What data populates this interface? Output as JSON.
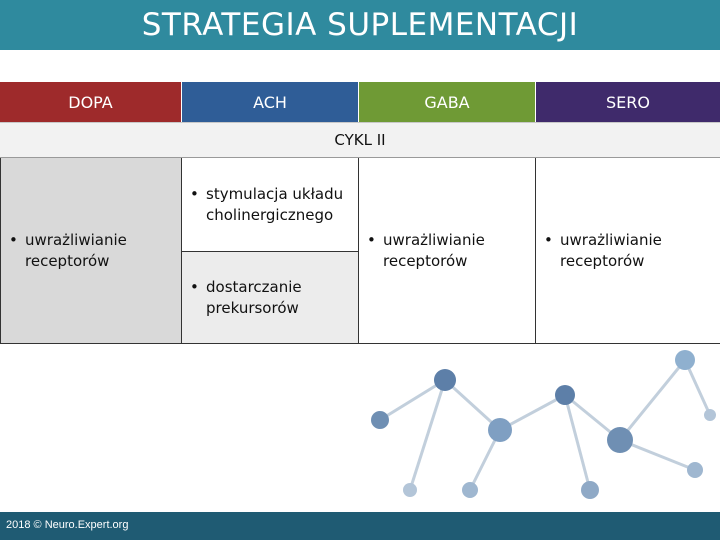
{
  "title": "STRATEGIA SUPLEMENTACJI",
  "columns": [
    {
      "label": "DOPA",
      "color": "#9e2a2b"
    },
    {
      "label": "ACH",
      "color": "#2f5d97"
    },
    {
      "label": "GABA",
      "color": "#6f9a35"
    },
    {
      "label": "SERO",
      "color": "#3f2a6b"
    }
  ],
  "cycle_label": "CYKL II",
  "cells": {
    "dopa": "uwrażliwianie receptorów",
    "ach_top": "stymulacja układu cholinergicznego",
    "ach_bottom": "dostarczanie prekursorów",
    "gaba": "uwrażliwianie receptorów",
    "sero": "uwrażliwianie receptorów"
  },
  "footer": "2018 © Neuro.Expert.org",
  "colors": {
    "title_bg": "#2f8a9e",
    "footer_bg": "#1f5b73"
  },
  "decor": {
    "molecule": "molecule-network-image"
  }
}
